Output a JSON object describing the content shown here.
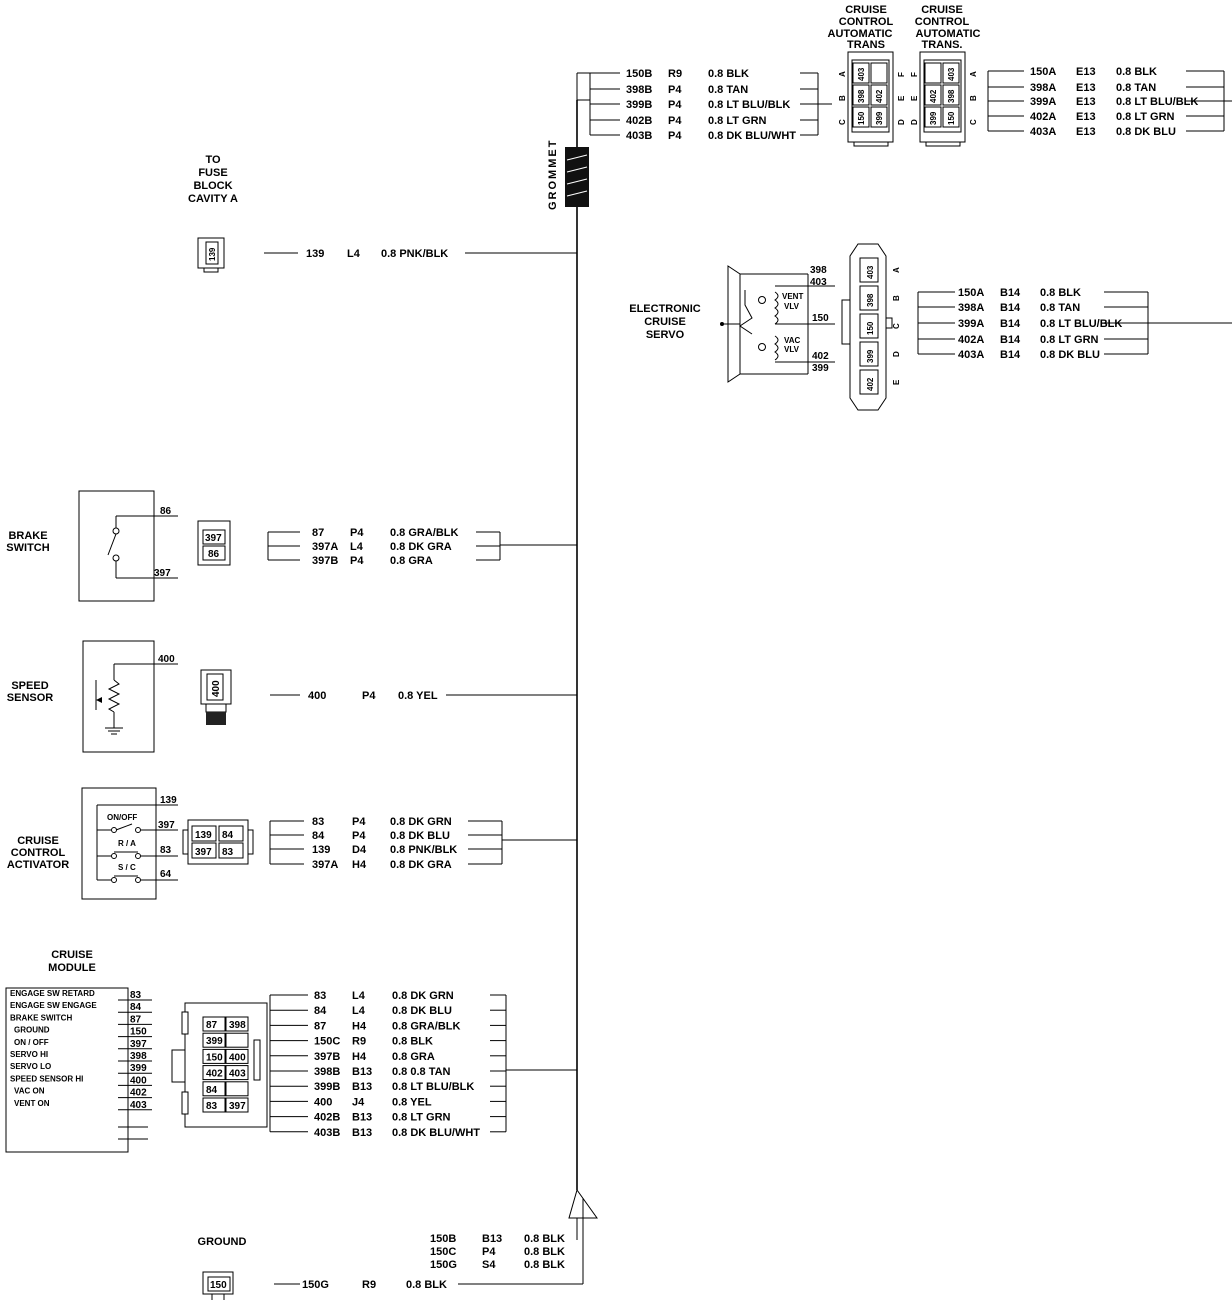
{
  "labels": {
    "to_fuse_block": [
      "TO",
      "FUSE",
      "BLOCK",
      "CAVITY A"
    ],
    "grommet": "GROMMET",
    "ccat_left": [
      "CRUISE",
      "CONTROL",
      "AUTOMATIC",
      "TRANS"
    ],
    "ccat_right": [
      "CRUISE",
      "CONTROL",
      "AUTOMATIC",
      "TRANS."
    ],
    "electronic_cruise_servo": [
      "ELECTRONIC",
      "CRUISE",
      "SERVO"
    ],
    "brake_switch": [
      "BRAKE",
      "SWITCH"
    ],
    "speed_sensor": [
      "SPEED",
      "SENSOR"
    ],
    "cruise_control_activator": [
      "CRUISE",
      "CONTROL",
      "ACTIVATOR"
    ],
    "cruise_module": [
      "CRUISE",
      "MODULE"
    ],
    "ground": "GROUND",
    "vent_vlv": [
      "VENT",
      "VLV"
    ],
    "vac_vlv": [
      "VAC",
      "VLV"
    ],
    "on_off": "ON/OFF",
    "ra": "R / A",
    "sc": "S / C"
  },
  "fuse_wire": {
    "circuit": "139",
    "loc": "L4",
    "wire": "0.8 PNK/BLK",
    "pin": "139"
  },
  "top_left_wires": [
    {
      "circuit": "150B",
      "loc": "R9",
      "wire": "0.8 BLK"
    },
    {
      "circuit": "398B",
      "loc": "P4",
      "wire": "0.8 TAN"
    },
    {
      "circuit": "399B",
      "loc": "P4",
      "wire": "0.8 LT BLU/BLK"
    },
    {
      "circuit": "402B",
      "loc": "P4",
      "wire": "0.8 LT GRN"
    },
    {
      "circuit": "403B",
      "loc": "P4",
      "wire": "0.8 DK BLU/WHT"
    }
  ],
  "top_right_wires": [
    {
      "circuit": "150A",
      "loc": "E13",
      "wire": "0.8 BLK"
    },
    {
      "circuit": "398A",
      "loc": "E13",
      "wire": "0.8 TAN"
    },
    {
      "circuit": "399A",
      "loc": "E13",
      "wire": "0.8 LT BLU/BLK"
    },
    {
      "circuit": "402A",
      "loc": "E13",
      "wire": "0.8 LT GRN"
    },
    {
      "circuit": "403A",
      "loc": "E13",
      "wire": "0.8 DK BLU"
    }
  ],
  "conn_left": {
    "letters_left": [
      "A",
      "B",
      "C"
    ],
    "letters_right": [
      "F",
      "E",
      "D"
    ],
    "pins": [
      "403",
      "",
      "398",
      "402",
      "150",
      "399"
    ]
  },
  "conn_right": {
    "letters_left": [
      "F",
      "E",
      "D"
    ],
    "letters_right": [
      "A",
      "B",
      "C"
    ],
    "pins": [
      "",
      "403",
      "402",
      "398",
      "399",
      "150"
    ]
  },
  "servo_wires": [
    {
      "circuit": "150A",
      "loc": "B14",
      "wire": "0.8 BLK"
    },
    {
      "circuit": "398A",
      "loc": "B14",
      "wire": "0.8 TAN"
    },
    {
      "circuit": "399A",
      "loc": "B14",
      "wire": "0.8 LT BLU/BLK"
    },
    {
      "circuit": "402A",
      "loc": "B14",
      "wire": "0.8 LT GRN"
    },
    {
      "circuit": "403A",
      "loc": "B14",
      "wire": "0.8 DK BLU"
    }
  ],
  "servo_pins": {
    "p398": "398",
    "p403": "403",
    "p150": "150",
    "p402": "402",
    "p399": "399"
  },
  "servo_conn": {
    "pins": [
      "403",
      "398",
      "150",
      "399",
      "402"
    ],
    "letters": [
      "A",
      "B",
      "C",
      "D",
      "E"
    ]
  },
  "brake_wires": [
    {
      "circuit": "87",
      "loc": "P4",
      "wire": "0.8 GRA/BLK"
    },
    {
      "circuit": "397A",
      "loc": "L4",
      "wire": "0.8 DK GRA"
    },
    {
      "circuit": "397B",
      "loc": "P4",
      "wire": "0.8 GRA"
    }
  ],
  "brake_pins": {
    "sw_top": "86",
    "sw_bot": "397",
    "conn_top": "397",
    "conn_bot": "86"
  },
  "speed_wire": {
    "circuit": "400",
    "loc": "P4",
    "wire": "0.8 YEL",
    "pin": "400",
    "conn": "400"
  },
  "activator_wires": [
    {
      "circuit": "83",
      "loc": "P4",
      "wire": "0.8 DK GRN"
    },
    {
      "circuit": "84",
      "loc": "P4",
      "wire": "0.8 DK BLU"
    },
    {
      "circuit": "139",
      "loc": "D4",
      "wire": "0.8 PNK/BLK"
    },
    {
      "circuit": "397A",
      "loc": "H4",
      "wire": "0.8 DK GRA"
    }
  ],
  "activator_pins": {
    "p139": "139",
    "p397": "397",
    "p83": "83",
    "p64": "64"
  },
  "activator_conn": [
    "139",
    "84",
    "397",
    "83"
  ],
  "module_pins": [
    {
      "name": "ENGAGE SW RETARD",
      "pin": "83"
    },
    {
      "name": "ENGAGE SW ENGAGE",
      "pin": "84"
    },
    {
      "name": "BRAKE SWITCH",
      "pin": "87"
    },
    {
      "name": "GROUND",
      "pin": "150"
    },
    {
      "name": "ON / OFF",
      "pin": "397"
    },
    {
      "name": "SERVO HI",
      "pin": "398"
    },
    {
      "name": "SERVO LO",
      "pin": "399"
    },
    {
      "name": "SPEED SENSOR HI",
      "pin": "400"
    },
    {
      "name": "VAC ON",
      "pin": "402"
    },
    {
      "name": "VENT ON",
      "pin": "403"
    }
  ],
  "module_conn": [
    [
      "87",
      "398"
    ],
    [
      "399",
      ""
    ],
    [
      "150",
      "400"
    ],
    [
      "402",
      "403"
    ],
    [
      "84",
      ""
    ],
    [
      "83",
      "397"
    ]
  ],
  "module_wires": [
    {
      "circuit": "83",
      "loc": "L4",
      "wire": "0.8 DK GRN"
    },
    {
      "circuit": "84",
      "loc": "L4",
      "wire": "0.8 DK BLU"
    },
    {
      "circuit": "87",
      "loc": "H4",
      "wire": "0.8 GRA/BLK"
    },
    {
      "circuit": "150C",
      "loc": "R9",
      "wire": "0.8 BLK"
    },
    {
      "circuit": "397B",
      "loc": "H4",
      "wire": "0.8 GRA"
    },
    {
      "circuit": "398B",
      "loc": "B13",
      "wire": "0.8 0.8 TAN"
    },
    {
      "circuit": "399B",
      "loc": "B13",
      "wire": "0.8 LT BLU/BLK"
    },
    {
      "circuit": "400",
      "loc": "J4",
      "wire": "0.8 YEL"
    },
    {
      "circuit": "402B",
      "loc": "B13",
      "wire": "0.8 LT GRN"
    },
    {
      "circuit": "403B",
      "loc": "B13",
      "wire": "0.8 DK BLU/WHT"
    }
  ],
  "ground_splice": [
    {
      "circuit": "150B",
      "loc": "B13",
      "wire": "0.8 BLK"
    },
    {
      "circuit": "150C",
      "loc": "P4",
      "wire": "0.8 BLK"
    },
    {
      "circuit": "150G",
      "loc": "S4",
      "wire": "0.8 BLK"
    }
  ],
  "ground_wire": {
    "circuit": "150G",
    "loc": "R9",
    "wire": "0.8 BLK",
    "pin": "150"
  }
}
